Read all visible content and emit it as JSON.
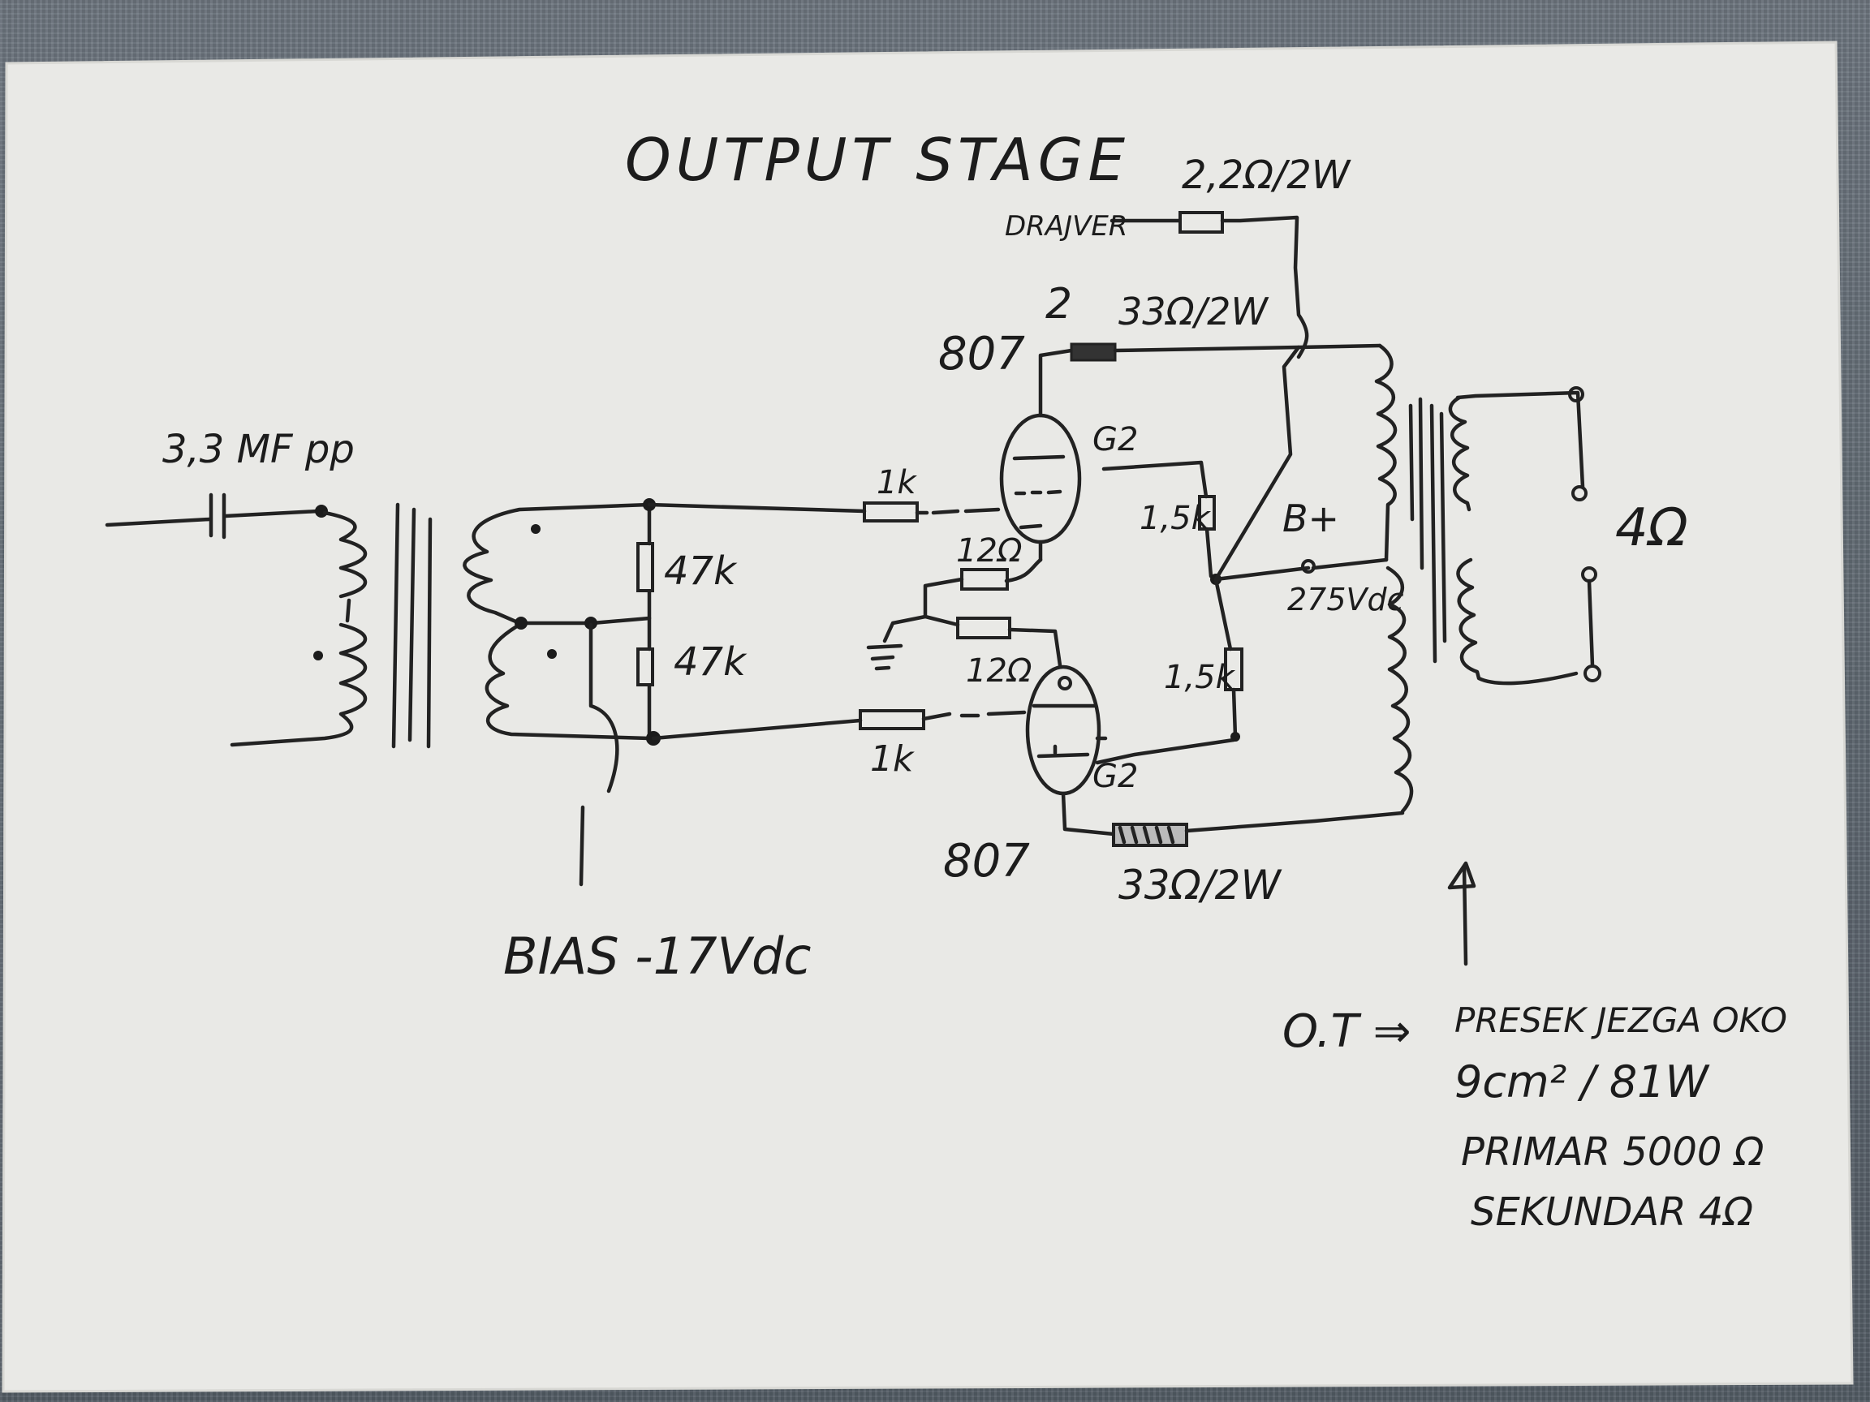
{
  "title": "OUTPUT STAGE",
  "labels": {
    "input_cap": "3,3 MF pp",
    "r_47k_top": "47k",
    "r_47k_bottom": "47k",
    "r_1k_top": "1k",
    "r_1k_bottom": "1k",
    "r_12_top": "12Ω",
    "r_12_bottom": "12Ω",
    "g2_top": "G2",
    "g2_bottom": "G2",
    "r_1_5k_top": "1,5k",
    "r_1_5k_bottom": "1,5k",
    "bplus": "B+",
    "bplus_voltage": "275Vdc",
    "tube_top": "807",
    "tube_bottom": "807",
    "pin_2": "2",
    "r_33_top": "33Ω/2W",
    "r_33_bottom": "33Ω/2W",
    "r_2_2": "2,2Ω/2W",
    "driver": "DRAJVER",
    "speaker": "4Ω",
    "bias": "BIAS -17Vdc"
  },
  "notes": {
    "ot": "O.T ⇒",
    "line1": "PRESEK JEZGA OKO",
    "line2": "9cm² / 81W",
    "line3": "PRIMAR 5000 Ω",
    "line4": "SEKUNDAR 4Ω"
  },
  "colors": {
    "paper": "#ececea",
    "ink": "#1c1c1c",
    "background": "#5d6770"
  }
}
